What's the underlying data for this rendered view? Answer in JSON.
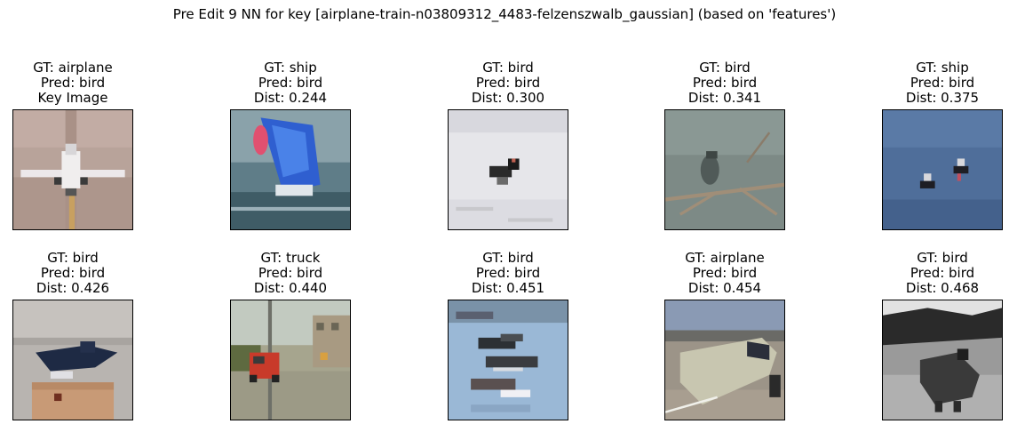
{
  "figure": {
    "title": "Pre Edit 9 NN for key [airplane-train-n03809312_4483-felzenszwalb_gaussian] (based on 'features')"
  },
  "panels": [
    {
      "gt": "GT: airplane",
      "pred": "Pred: bird",
      "extra": "Key Image",
      "scene": "airplane-runway"
    },
    {
      "gt": "GT: ship",
      "pred": "Pred: bird",
      "extra": "Dist: 0.244",
      "scene": "sailboat"
    },
    {
      "gt": "GT: bird",
      "pred": "Pred: bird",
      "extra": "Dist: 0.300",
      "scene": "bird-snow"
    },
    {
      "gt": "GT: bird",
      "pred": "Pred: bird",
      "extra": "Dist: 0.341",
      "scene": "bird-branch"
    },
    {
      "gt": "GT: ship",
      "pred": "Pred: bird",
      "extra": "Dist: 0.375",
      "scene": "ducks-water"
    },
    {
      "gt": "GT: bird",
      "pred": "Pred: bird",
      "extra": "Dist: 0.426",
      "scene": "bird-post"
    },
    {
      "gt": "GT: truck",
      "pred": "Pred: bird",
      "extra": "Dist: 0.440",
      "scene": "truck-street"
    },
    {
      "gt": "GT: bird",
      "pred": "Pred: bird",
      "extra": "Dist: 0.451",
      "scene": "birds-river"
    },
    {
      "gt": "GT: airplane",
      "pred": "Pred: bird",
      "extra": "Dist: 0.454",
      "scene": "airplane-nose"
    },
    {
      "gt": "GT: bird",
      "pred": "Pred: bird",
      "extra": "Dist: 0.468",
      "scene": "bird-grayscale"
    }
  ]
}
